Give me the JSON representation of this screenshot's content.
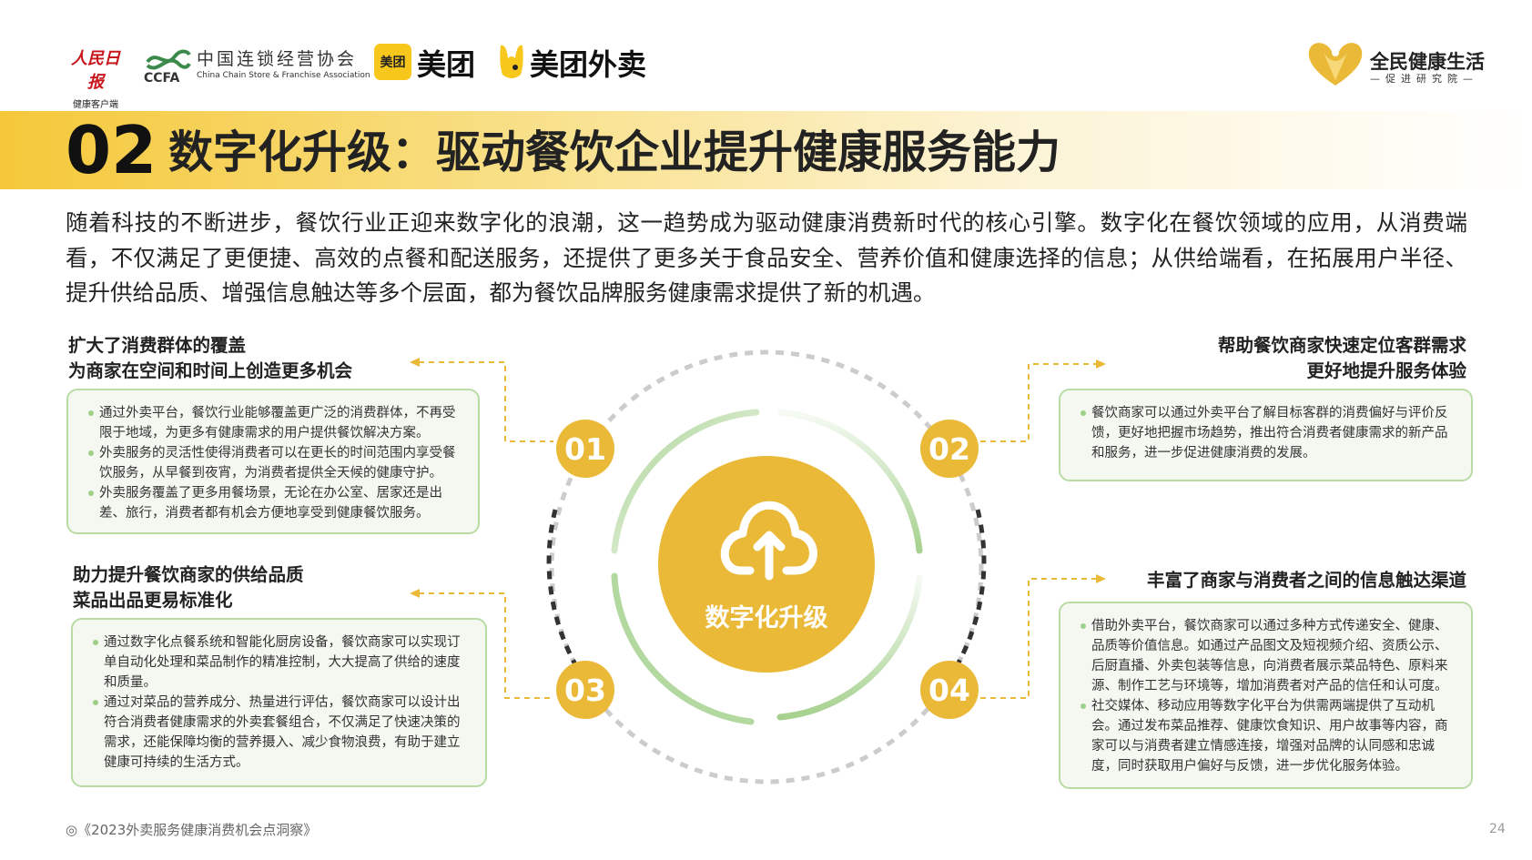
{
  "logos": {
    "rmrb": {
      "name": "人民日报",
      "sub": "健康客户端"
    },
    "ccfa": {
      "cn": "中国连锁经营协会",
      "abbr": "CCFA",
      "en": "China Chain Store & Franchise Association"
    },
    "meituan_badge": "美团",
    "meituan": "美团",
    "meituan_waimai": "美团外卖",
    "right": {
      "title": "全民健康生活",
      "subtitle": "—促进研究院—"
    }
  },
  "header": {
    "number": "02",
    "title": "数字化升级：驱动餐饮企业提升健康服务能力"
  },
  "intro": "随着科技的不断进步，餐饮行业正迎来数字化的浪潮，这一趋势成为驱动健康消费新时代的核心引擎。数字化在餐饮领域的应用，从消费端看，不仅满足了更便捷、高效的点餐和配送服务，还提供了更多关于食品安全、营养价值和健康选择的信息；从供给端看，在拓展用户半径、提升供给品质、增强信息触达等多个层面，都为餐饮品牌服务健康需求提供了新的机遇。",
  "center": {
    "label": "数字化升级",
    "icon": "cloud-upload-icon"
  },
  "sections": [
    {
      "badge": "01",
      "title1": "扩大了消费群体的覆盖",
      "title2": "为商家在空间和时间上创造更多机会",
      "bullets": [
        "通过外卖平台，餐饮行业能够覆盖更广泛的消费群体，不再受限于地域，为更多有健康需求的用户提供餐饮解决方案。",
        "外卖服务的灵活性使得消费者可以在更长的时间范围内享受餐饮服务，从早餐到夜宵，为消费者提供全天候的健康守护。",
        "外卖服务覆盖了更多用餐场景，无论在办公室、居家还是出差、旅行，消费者都有机会方便地享受到健康餐饮服务。"
      ]
    },
    {
      "badge": "02",
      "title1": "帮助餐饮商家快速定位客群需求",
      "title2": "更好地提升服务体验",
      "bullets": [
        "餐饮商家可以通过外卖平台了解目标客群的消费偏好与评价反馈，更好地把握市场趋势，推出符合消费者健康需求的新产品和服务，进一步促进健康消费的发展。"
      ]
    },
    {
      "badge": "03",
      "title1": "助力提升餐饮商家的供给品质",
      "title2": "菜品出品更易标准化",
      "bullets": [
        "通过数字化点餐系统和智能化厨房设备，餐饮商家可以实现订单自动化处理和菜品制作的精准控制，大大提高了供给的速度和质量。",
        "通过对菜品的营养成分、热量进行评估，餐饮商家可以设计出符合消费者健康需求的外卖套餐组合，不仅满足了快速决策的需求，还能保障均衡的营养摄入、减少食物浪费，有助于建立健康可持续的生活方式。"
      ]
    },
    {
      "badge": "04",
      "title1": "丰富了商家与消费者之间的信息触达渠道",
      "bullets": [
        "借助外卖平台，餐饮商家可以通过多种方式传递安全、健康、品质等价值信息。如通过产品图文及短视频介绍、资质公示、后厨直播、外卖包装等信息，向消费者展示菜品特色、原料来源、制作工艺与环境等，增加消费者对产品的信任和认可度。",
        "社交媒体、移动应用等数字化平台为供需两端提供了互动机会。通过发布菜品推荐、健康饮食知识、用户故事等内容，商家可以与消费者建立情感连接，增强对品牌的认同感和忠诚度，同时获取用户偏好与反馈，进一步优化服务体验。"
      ]
    }
  ],
  "footer": {
    "source": "◎《2023外卖服务健康消费机会点洞察》",
    "page": "24"
  },
  "colors": {
    "accent": "#ebb938",
    "green": "#a6d18f",
    "box_bg": "#f4f8f0"
  }
}
